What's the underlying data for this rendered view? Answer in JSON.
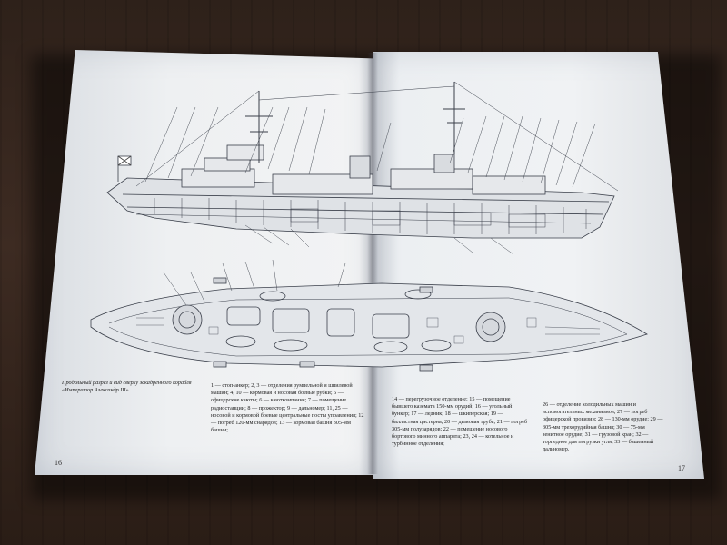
{
  "figure_caption": "Продольный разрез и вид сверху эскадренного корабля «Император Александр III»",
  "legend": {
    "column_1": "1 — стоп-анкер; 2, 3 — отделения румпельной и шпилевой машин; 4, 10 — кормовая и носовая боевые рубки; 5 — офицерские каюты; 6 — каюткомпания; 7 — помещение радиостанции; 8 — прожектор; 9 — дальномер; 11, 25 — носовой и кормовой боевые центральные посты управления; 12 — погреб 120-мм снарядов; 13 — кормовая башня 305-мм башни;",
    "column_2": "14 — перегрузочное отделение; 15 — помещение бывшего каземата 150-мм орудий; 16 — угольный бункер; 17 — ледник; 18 — шкиперская; 19 — балластная цистерна; 20 — дымовая труба; 21 — погреб 305-мм полузарядов; 22 — помещение носового бортового минного аппарата; 23, 24 — котельное и турбинное отделения;",
    "column_3": "26 — отделение холодильных машин и вспомогательных механизмов; 27 — погреб офицерской провизии; 28 — 130-мм орудие; 29 — 305-мм трехорудийная башня; 30 — 75-мм зенитное орудие; 31 — грузовой кран; 32 — торпедное для погрузки угля; 33 — башенный дальномер."
  },
  "page_numbers": {
    "left": "16",
    "right": "17"
  },
  "colors": {
    "paper": "#eef0f2",
    "ink": "#3a3f4a",
    "table": "#35261e"
  }
}
